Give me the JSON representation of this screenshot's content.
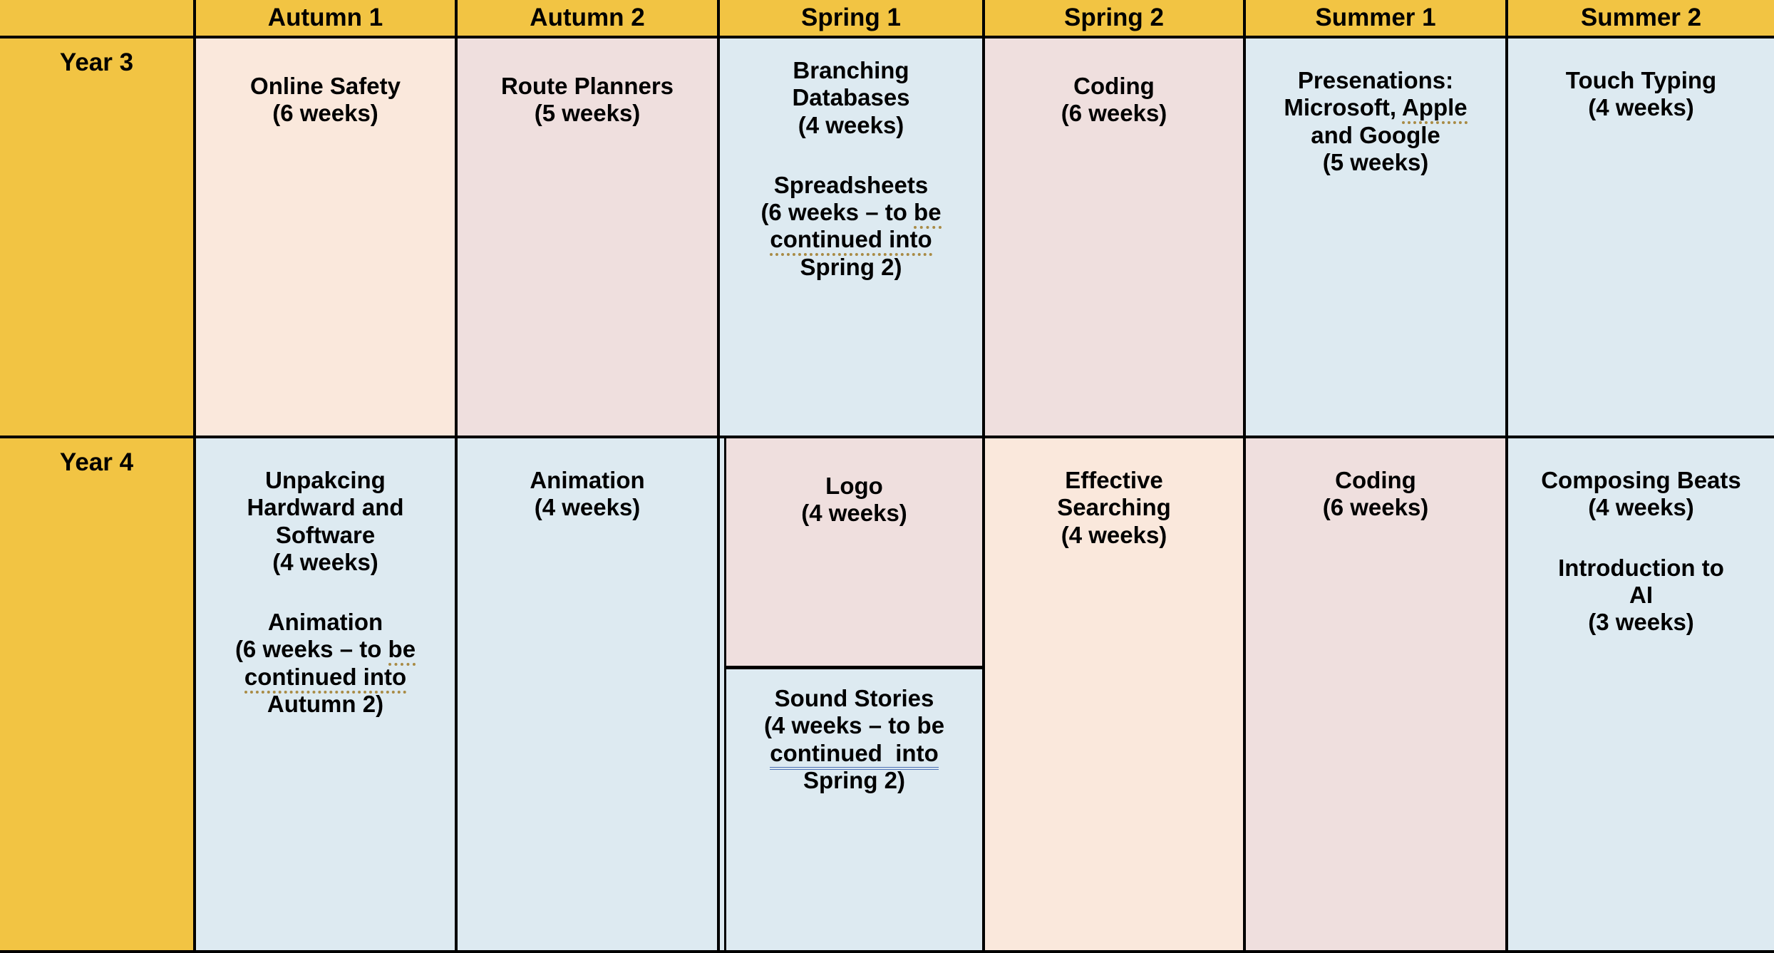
{
  "table": {
    "corner_label": "",
    "terms": [
      "Autumn 1",
      "Autumn 2",
      "Spring 1",
      "Spring 2",
      "Summer 1",
      "Summer 2"
    ],
    "year_labels": [
      "Year 3",
      "Year 4"
    ],
    "colors": {
      "header_gold": "#F2C443",
      "cell_peach": "#FAE8DC",
      "cell_pink": "#EFDFDE",
      "cell_blue": "#DDEAF1",
      "border": "#000000",
      "spelling_mark": "#A98B45",
      "grammar_mark": "#4A6FB5"
    },
    "year3": {
      "autumn1": {
        "bg": "peach",
        "blocks": [
          {
            "lines": [
              "Online Safety",
              "(6 weeks)"
            ]
          }
        ]
      },
      "autumn2": {
        "bg": "pink",
        "blocks": [
          {
            "lines": [
              "Route Planners",
              "(5 weeks)"
            ]
          }
        ]
      },
      "spring1": {
        "bg": "blue",
        "blocks": [
          {
            "lines": [
              "Branching",
              "Databases",
              "(4 weeks)"
            ]
          },
          {
            "lines": [
              "Spreadsheets",
              "(6 weeks – to be",
              "continued into",
              "Spring 2)"
            ]
          }
        ]
      },
      "spring2": {
        "bg": "pink",
        "blocks": [
          {
            "lines": [
              "Coding",
              "(6 weeks)"
            ]
          }
        ]
      },
      "summer1": {
        "bg": "blue",
        "blocks": [
          {
            "lines": [
              "Presenations:",
              "Microsoft, Apple",
              "and Google",
              "(5 weeks)"
            ]
          }
        ]
      },
      "summer2": {
        "bg": "blue",
        "blocks": [
          {
            "lines": [
              "Touch Typing",
              "(4 weeks)"
            ]
          }
        ]
      }
    },
    "year4": {
      "autumn1": {
        "bg": "blue",
        "blocks": [
          {
            "lines": [
              "Unpakcing",
              "Hardward and",
              "Software",
              "(4 weeks)"
            ]
          },
          {
            "lines": [
              "Animation",
              "(6 weeks – to be",
              "continued into",
              "Autumn 2)"
            ]
          }
        ]
      },
      "autumn2": {
        "bg": "blue",
        "blocks": [
          {
            "lines": [
              "Animation",
              "(4 weeks)"
            ]
          }
        ]
      },
      "spring1": {
        "bg": "blue",
        "sub_top": {
          "bg": "pink",
          "lines": [
            "Logo",
            "(4 weeks)"
          ]
        },
        "sub_bottom": {
          "bg": "blue",
          "lines": [
            "Sound Stories",
            "(4 weeks – to be",
            "continued  into",
            "Spring 2)"
          ]
        }
      },
      "spring2": {
        "bg": "peach",
        "blocks": [
          {
            "lines": [
              "Effective",
              "Searching",
              "(4 weeks)"
            ]
          }
        ]
      },
      "summer1": {
        "bg": "pink",
        "blocks": [
          {
            "lines": [
              "Coding",
              "(6 weeks)"
            ]
          }
        ]
      },
      "summer2": {
        "bg": "blue",
        "blocks": [
          {
            "lines": [
              "Composing Beats",
              "(4 weeks)"
            ]
          },
          {
            "lines": [
              "Introduction to",
              "AI",
              "(3 weeks)"
            ]
          }
        ]
      }
    }
  }
}
